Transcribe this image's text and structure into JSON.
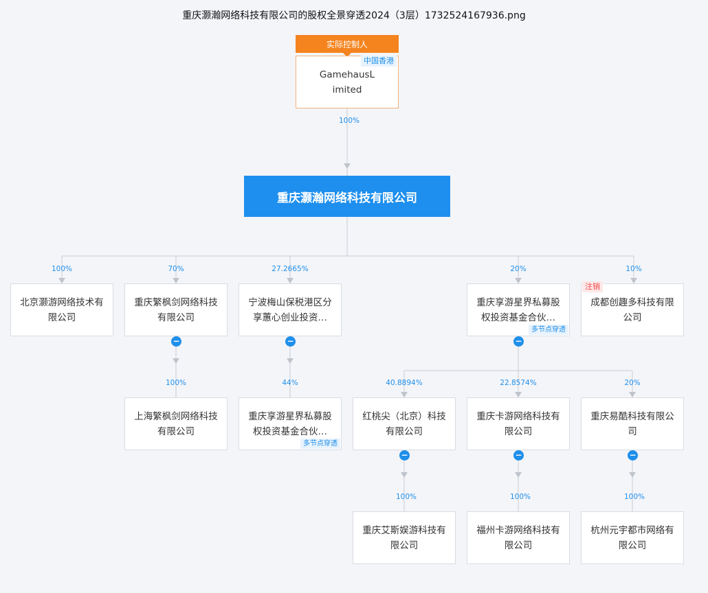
{
  "title": "重庆灏瀚网络科技有限公司的股权全景穿透2024（3层）1732524167936.png",
  "controller": {
    "label": "实际控制人",
    "name_line1": "GamehausL",
    "name_line2": "imited",
    "region": "中国香港",
    "pct": "100%"
  },
  "main": {
    "name": "重庆灏瀚网络科技有限公司"
  },
  "level1": [
    {
      "pct": "100%",
      "name": "北京灏游网络技术有限公司"
    },
    {
      "pct": "70%",
      "name": "重庆繁枫剑网络科技有限公司"
    },
    {
      "pct": "27.2665%",
      "name": "宁波梅山保税港区分享蕙心创业投资…"
    },
    {
      "pct": "20%",
      "name": "重庆享游星界私募股权投资基金合伙…",
      "badge": "多节点穿透"
    },
    {
      "pct": "10%",
      "name": "成都创趣多科技有限公司",
      "tag": "注销"
    }
  ],
  "level2": [
    {
      "pct": "100%",
      "name": "上海繁枫剑网络科技有限公司"
    },
    {
      "pct": "44%",
      "name": "重庆享游星界私募股权投资基金合伙…",
      "badge": "多节点穿透"
    },
    {
      "pct": "40.8894%",
      "name": "红桃尖（北京）科技有限公司"
    },
    {
      "pct": "22.8574%",
      "name": "重庆卡游网络科技有限公司"
    },
    {
      "pct": "20%",
      "name": "重庆易酷科技有限公司"
    }
  ],
  "level3": [
    {
      "pct": "100%",
      "name": "重庆艾斯娱游科技有限公司"
    },
    {
      "pct": "100%",
      "name": "福州卡游网络科技有限公司"
    },
    {
      "pct": "100%",
      "name": "杭州元宇都市网络有限公司"
    }
  ],
  "colors": {
    "accent": "#1e8fee",
    "controller": "#f5841f",
    "cancel": "#f04b4b"
  }
}
